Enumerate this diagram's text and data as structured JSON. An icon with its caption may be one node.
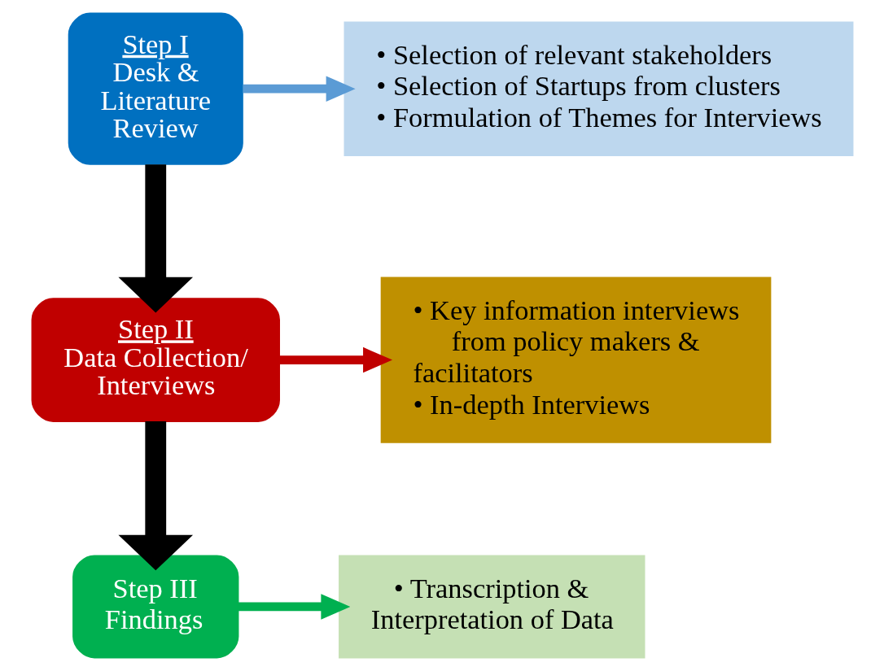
{
  "diagram": {
    "nodes": [
      {
        "text": [
          "Step I",
          "Desk & Literature Review"
        ]
      },
      {
        "text": [
          "• Selection of relevant stakeholders",
          "• Selection of Startups from clusters",
          "• Formulation of Themes for Interviews"
        ]
      },
      {
        "text": [
          "Step II",
          "Data Collection/ Interviews"
        ]
      },
      {
        "text": [
          "• Key information interviews from policy makers & facilitators",
          "• In-depth Interviews"
        ]
      },
      {
        "text": [
          "Step III",
          "Findings"
        ]
      },
      {
        "text": [
          "• Transcription & Interpretation of Data"
        ]
      }
    ],
    "edges": [
      {
        "from": 0,
        "to": 1,
        "arrow": "to",
        "color": "#5b9bd5"
      },
      {
        "from": 0,
        "to": 2,
        "arrow": "to",
        "style": "thick"
      },
      {
        "from": 2,
        "to": 3,
        "arrow": "to",
        "color": "#c00000"
      },
      {
        "from": 2,
        "to": 4,
        "arrow": "to",
        "style": "thick"
      },
      {
        "from": 4,
        "to": 5,
        "arrow": "to",
        "color": "#00b050"
      }
    ]
  }
}
